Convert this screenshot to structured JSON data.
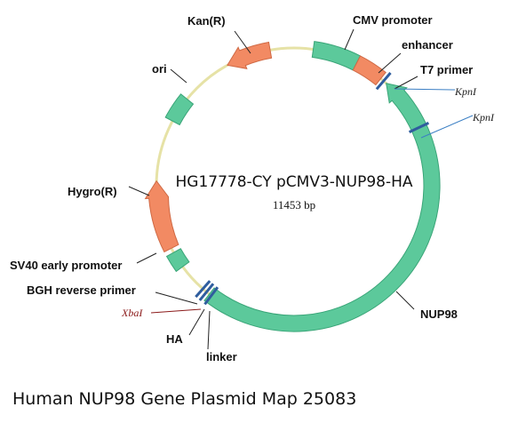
{
  "plasmid": {
    "name": "HG17778-CY pCMV3-NUP98-HA",
    "size": "11453 bp"
  },
  "features": {
    "kan": "Kan(R)",
    "cmv": "CMV promoter",
    "enhancer": "enhancer",
    "t7": "T7 primer",
    "ori": "ori",
    "hygro": "Hygro(R)",
    "sv40": "SV40 early promoter",
    "bgh": "BGH reverse primer",
    "nup98": "NUP98",
    "ha": "HA",
    "linker": "linker"
  },
  "sites": {
    "kpn1": "KpnI",
    "kpn2": "KpnI",
    "xba": "XbaI"
  },
  "caption": "Human NUP98 Gene Plasmid Map 25083",
  "colors": {
    "green": "#5cc99b",
    "orange": "#f28a63",
    "backbone": "#e6e2a6",
    "blue_marker": "#2f5d9e",
    "xba_text": "#8b1a1a",
    "kpn_text": "#222222",
    "leader": "#3b7fc4"
  }
}
